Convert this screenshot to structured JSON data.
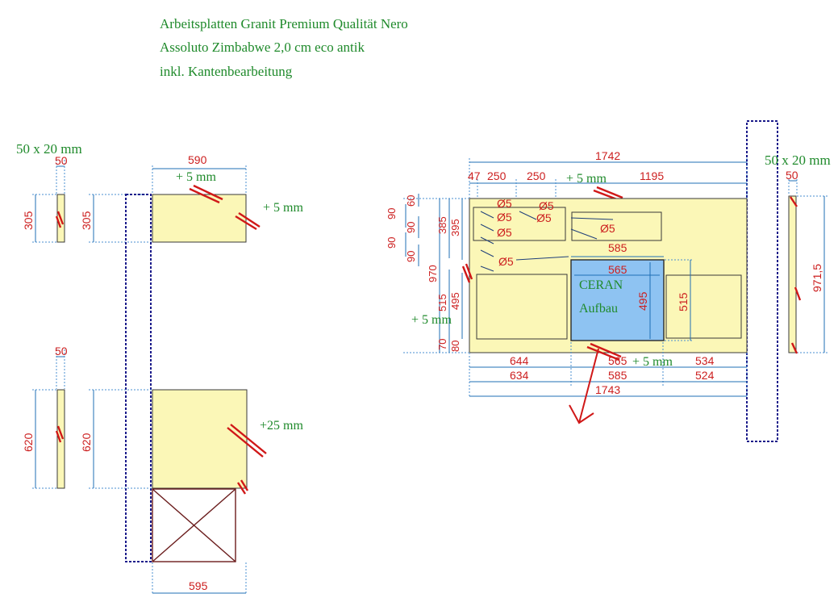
{
  "header": {
    "line1": "Arbeitsplatten Granit Premium Qualität Nero",
    "line2": "Assoluto Zimbabwe 2,0 cm eco antik",
    "line3": "inkl. Kantenbearbeitung"
  },
  "left": {
    "edge_profile": "50 x 20 mm",
    "strip_top": {
      "width": "50",
      "height": "305"
    },
    "panel_top": {
      "width": "590",
      "height": "305",
      "edge_top": "+ 5 mm",
      "edge_right": "+ 5 mm"
    },
    "strip_bottom": {
      "width": "50",
      "height": "620"
    },
    "panel_bottom": {
      "height": "620",
      "edge_right": "+25 mm"
    },
    "cabinet_width": "595"
  },
  "right": {
    "edge_profile": "50 x 20 mm",
    "strip": {
      "width": "50",
      "height": "971,5"
    },
    "top_dims": {
      "total": "1742",
      "seg1": "47",
      "seg2": "250",
      "seg3": "250",
      "edge": "+ 5 mm",
      "seg4": "1195"
    },
    "left_dims": {
      "d60": "60",
      "d90a": "90",
      "d90b": "90",
      "d90c": "90",
      "d90d": "90",
      "d385": "385",
      "d395": "395",
      "d970": "970",
      "d515": "515",
      "d495": "495",
      "d70": "70",
      "d80": "80",
      "edge": "+ 5 mm"
    },
    "holes": [
      "Ø5",
      "Ø5",
      "Ø5",
      "Ø5",
      "Ø5",
      "Ø5",
      "Ø5"
    ],
    "hob": {
      "label1": "CERAN",
      "label2": "Aufbau",
      "width_outer": "585",
      "width_inner": "565",
      "height": "495",
      "side_height": "515"
    },
    "bottom_dims": {
      "a1": "644",
      "a2": "565",
      "edge": "+ 5 mm",
      "a3": "534",
      "b1": "634",
      "b2": "585",
      "b3": "524",
      "total": "1743"
    }
  }
}
